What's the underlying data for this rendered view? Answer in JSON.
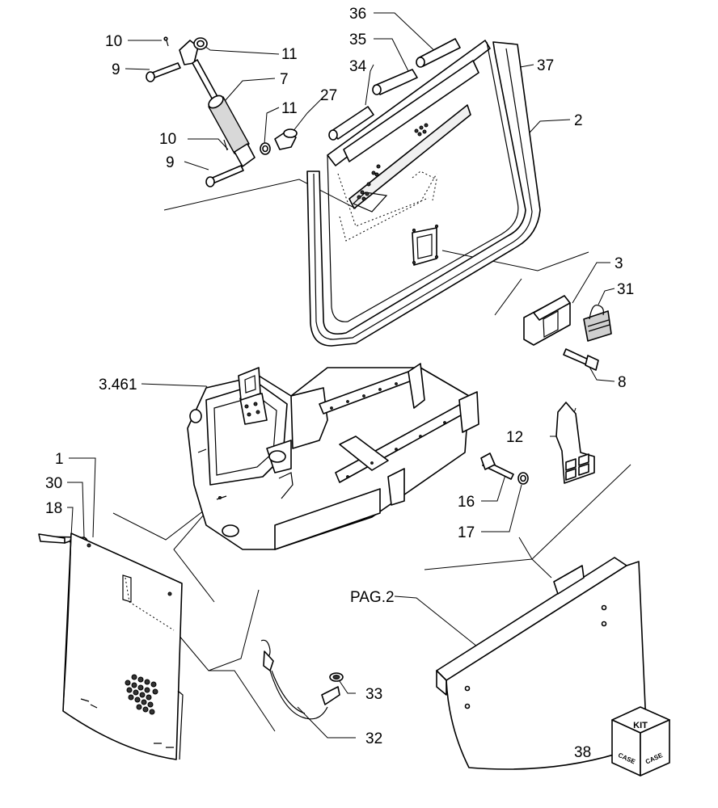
{
  "callouts": {
    "c36": "36",
    "c35": "35",
    "c34": "34",
    "c37": "37",
    "c2": "2",
    "c10a": "10",
    "c9a": "9",
    "c11a": "11",
    "c7": "7",
    "c11b": "11",
    "c27": "27",
    "c10b": "10",
    "c9b": "9",
    "c3": "3",
    "c31": "31",
    "c8": "8",
    "c3461": "3.461",
    "c12": "12",
    "c16": "16",
    "c17": "17",
    "c1": "1",
    "c30": "30",
    "c18": "18",
    "cpag2": "PAG.2",
    "c33": "33",
    "c32": "32",
    "c38": "38"
  },
  "kit_box": {
    "top": "KIT",
    "left": "CASE",
    "right": "CASE"
  }
}
